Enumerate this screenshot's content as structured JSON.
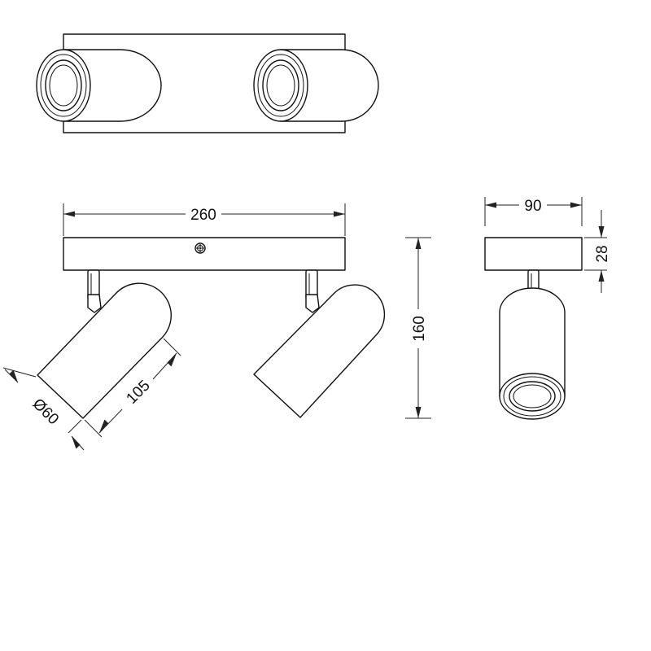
{
  "dimensions": {
    "width": "260",
    "height": "160",
    "depth": "90",
    "base_thickness": "28",
    "head_length": "105",
    "head_diameter": "Ø60"
  }
}
